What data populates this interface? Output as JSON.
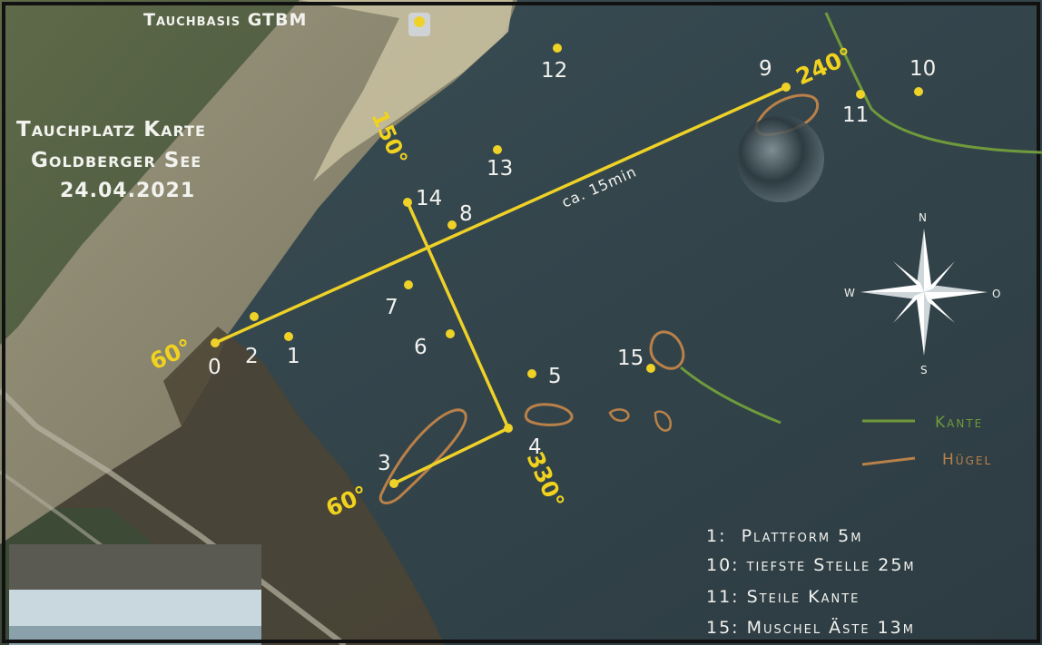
{
  "header": {
    "base_label": "Tauchbasis GTBM",
    "title_line1": "Tauchplatz Karte",
    "title_line2": "Goldberger See",
    "date": "24.04.2021"
  },
  "route": {
    "distance_label": "ca. 15min",
    "bearings": {
      "b_240": "240°",
      "b_150": "150°",
      "b_60_start": "60°",
      "b_330": "330°",
      "b_60_end": "60°"
    }
  },
  "waypoints": [
    {
      "id": "0",
      "label": "0"
    },
    {
      "id": "1",
      "label": "1"
    },
    {
      "id": "2",
      "label": "2"
    },
    {
      "id": "3",
      "label": "3"
    },
    {
      "id": "4",
      "label": "4"
    },
    {
      "id": "5",
      "label": "5"
    },
    {
      "id": "6",
      "label": "6"
    },
    {
      "id": "7",
      "label": "7"
    },
    {
      "id": "8",
      "label": "8"
    },
    {
      "id": "9",
      "label": "9"
    },
    {
      "id": "10",
      "label": "10"
    },
    {
      "id": "11",
      "label": "11"
    },
    {
      "id": "12",
      "label": "12"
    },
    {
      "id": "13",
      "label": "13"
    },
    {
      "id": "14",
      "label": "14"
    },
    {
      "id": "15",
      "label": "15"
    }
  ],
  "compass": {
    "n": "N",
    "s": "S",
    "w": "W",
    "o": "O"
  },
  "legend": {
    "kante": "Kante",
    "huegel": "Hügel"
  },
  "notes": [
    "1:  Plattform 5m",
    "10: tiefste Stelle 25m",
    "11: Steile Kante",
    "15: Muschel Äste 13m"
  ],
  "colors": {
    "route": "#efd227",
    "edge": "#6f9a3c",
    "hill": "#b98149",
    "text": "#f2f2ee"
  },
  "icons": [
    "compass-rose-icon",
    "map-pin-icon"
  ]
}
